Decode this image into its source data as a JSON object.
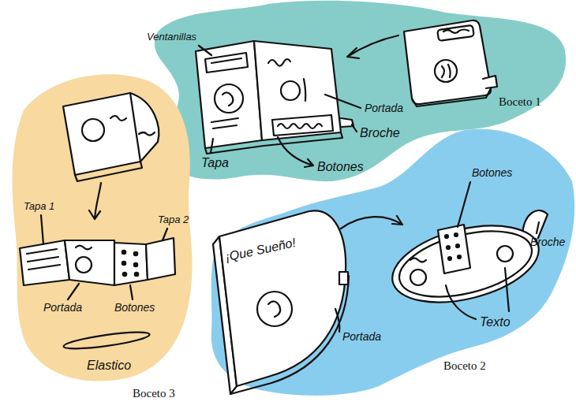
{
  "diagram": {
    "nodes": [
      {
        "text": [
          "Boceto 1"
        ]
      },
      {
        "text": [
          "Boceto 2"
        ]
      },
      {
        "text": [
          "Boceto 3"
        ]
      }
    ],
    "labels": [
      "Ventanillas",
      "Tapa",
      "Botones",
      "Portada",
      "Broche",
      "¡Que Sueño!",
      "Portada",
      "Botones",
      "Broche",
      "Texto",
      "Tapa 1",
      "Tapa 2",
      "Portada",
      "Botones",
      "Elastico"
    ]
  }
}
